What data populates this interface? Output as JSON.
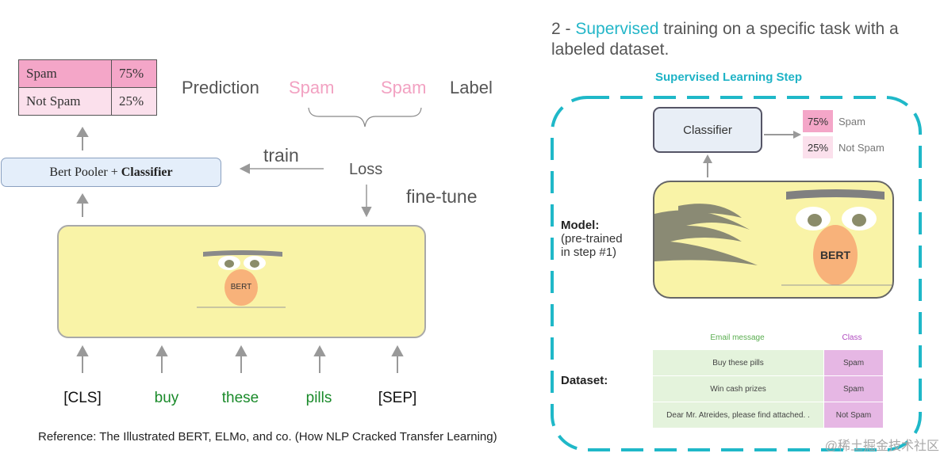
{
  "left": {
    "prediction_table": [
      {
        "label": "Spam",
        "value": "75%"
      },
      {
        "label": "Not Spam",
        "value": "25%"
      }
    ],
    "prediction_label": "Prediction",
    "predicted": "Spam",
    "actual": "Spam",
    "label_label": "Label",
    "train": "train",
    "loss": "Loss",
    "fine_tune": "fine-tune",
    "pooler_prefix": "Bert Pooler +",
    "pooler_bold": "Classifier",
    "bert_text": "BERT",
    "tokens": [
      "[CLS]",
      "buy",
      "these",
      "pills",
      "[SEP]"
    ],
    "reference": "Reference: The Illustrated BERT, ELMo, and co. (How NLP Cracked Transfer Learning)"
  },
  "right": {
    "heading_prefix": "2 - ",
    "heading_highlight": "Supervised",
    "heading_rest": " training on a specific task with a labeled dataset.",
    "step_title": "Supervised Learning Step",
    "classifier": "Classifier",
    "outputs": [
      {
        "value": "75%",
        "label": "Spam"
      },
      {
        "value": "25%",
        "label": "Not Spam"
      }
    ],
    "model_label": "Model:",
    "model_sub1": "(pre-trained",
    "model_sub2": "in step #1)",
    "bert_text": "BERT",
    "dataset_label": "Dataset:",
    "dataset_headers": {
      "message": "Email message",
      "class": "Class"
    },
    "dataset_rows": [
      {
        "message": "Buy these pills",
        "class": "Spam"
      },
      {
        "message": "Win cash prizes",
        "class": "Spam"
      },
      {
        "message": "Dear Mr. Atreides, please find attached. .",
        "class": "Not Spam"
      }
    ]
  },
  "watermark": "@稀土掘金技术社区",
  "colors": {
    "pink_spam": "#f4a6c8",
    "pink_light": "#fbe0ec",
    "bert_yellow": "#f9f3a7",
    "cyan": "#23b6c8",
    "green_token": "#1a8a2a"
  }
}
